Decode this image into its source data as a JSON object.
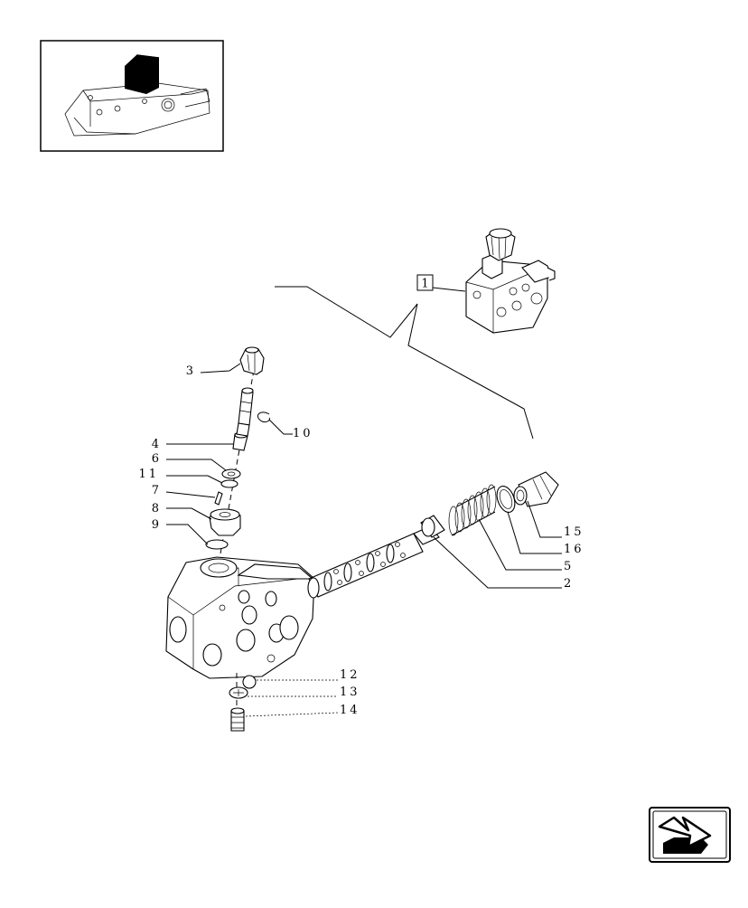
{
  "callouts": {
    "assembly": "1",
    "p2": "2",
    "p3": "3",
    "p4": "4",
    "p5": "5",
    "p6": "6",
    "p7": "7",
    "p8": "8",
    "p9": "9",
    "p10": "10",
    "p11": "11",
    "p12": "12",
    "p13": "13",
    "p14": "14",
    "p15": "15",
    "p16": "16"
  },
  "icons": {
    "thumbnail": "tractor-lift-housing-thumbnail",
    "next": "next-page-arrow-icon"
  }
}
